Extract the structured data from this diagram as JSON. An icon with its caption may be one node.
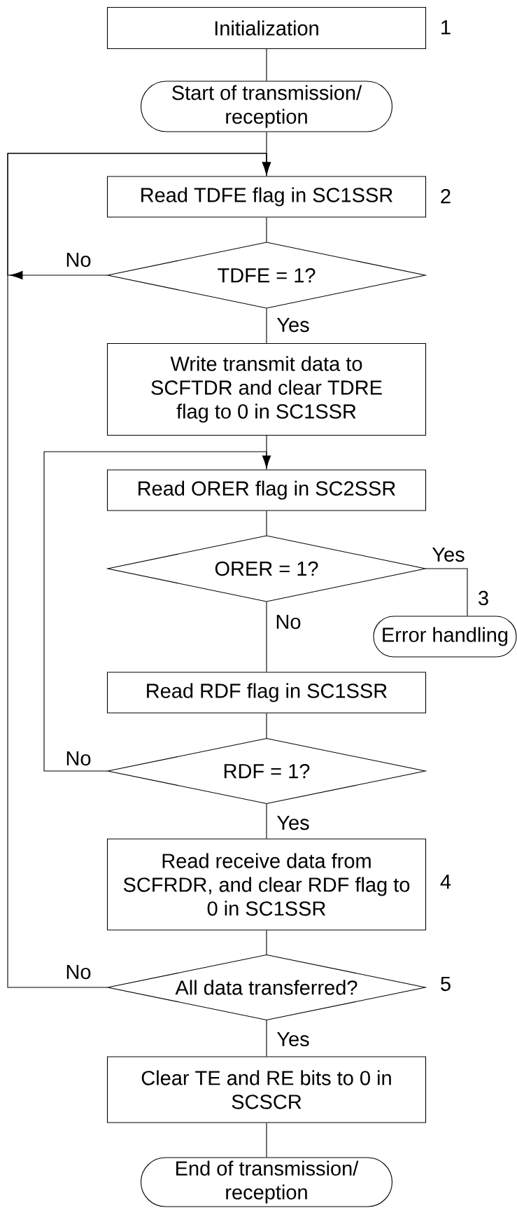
{
  "diagram": {
    "nodes": [
      {
        "text": [
          "Initialization"
        ],
        "beside": [
          "1"
        ]
      },
      {
        "text": [
          "Start of transmission/ reception"
        ]
      },
      {
        "text": [
          "Read TDFE flag in SC1SSR"
        ],
        "beside": [
          "2"
        ]
      },
      {
        "text": [
          "TDFE = 1?"
        ]
      },
      {
        "text": [
          "Write transmit data to SCFTDR and clear TDRE flag to 0 in SC1SSR"
        ]
      },
      {
        "text": [
          "Read ORER flag in SC2SSR"
        ]
      },
      {
        "text": [
          "ORER = 1?"
        ]
      },
      {
        "text": [
          "Error handling"
        ],
        "beside": [
          "3"
        ]
      },
      {
        "text": [
          "Read RDF flag in SC1SSR"
        ]
      },
      {
        "text": [
          "RDF = 1?"
        ]
      },
      {
        "text": [
          "Read receive data from SCFRDR, and clear RDF flag to 0 in SC1SSR"
        ],
        "beside": [
          "4"
        ]
      },
      {
        "text": [
          "All data transferred?"
        ],
        "beside": [
          "5"
        ]
      },
      {
        "text": [
          "Clear TE and RE bits to 0 in SCSCR"
        ]
      },
      {
        "text": [
          "End of transmission/ reception"
        ]
      }
    ],
    "edges": [
      {
        "from": 0,
        "to": 1,
        "arrow": "none"
      },
      {
        "from": 1,
        "to": 2,
        "arrow": "none"
      },
      {
        "from": 2,
        "to": 3,
        "arrow": "none"
      },
      {
        "from": 3,
        "to": 2,
        "arrow": "to",
        "label": "No"
      },
      {
        "from": 3,
        "to": 4,
        "arrow": "none",
        "label": "Yes"
      },
      {
        "from": 4,
        "to": 5,
        "arrow": "none"
      },
      {
        "from": 5,
        "to": 6,
        "arrow": "none"
      },
      {
        "from": 6,
        "to": 7,
        "arrow": "none",
        "label": "Yes"
      },
      {
        "from": 6,
        "to": 8,
        "arrow": "none",
        "label": "No"
      },
      {
        "from": 8,
        "to": 9,
        "arrow": "none"
      },
      {
        "from": 9,
        "to": 5,
        "arrow": "to",
        "label": "No"
      },
      {
        "from": 9,
        "to": 10,
        "arrow": "none",
        "label": "Yes"
      },
      {
        "from": 10,
        "to": 11,
        "arrow": "none"
      },
      {
        "from": 11,
        "to": 2,
        "arrow": "to",
        "label": "No"
      },
      {
        "from": 11,
        "to": 12,
        "arrow": "none",
        "label": "Yes"
      },
      {
        "from": 12,
        "to": 13,
        "arrow": "none"
      }
    ]
  }
}
